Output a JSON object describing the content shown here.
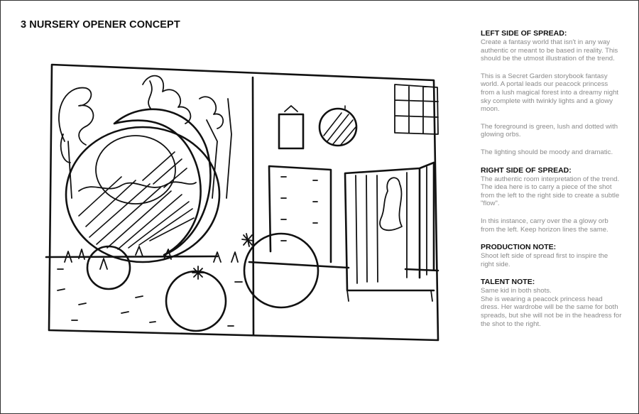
{
  "page": {
    "title": "3 NURSERY OPENER CONCEPT"
  },
  "notes": {
    "left_heading": "LEFT SIDE OF SPREAD:",
    "left_p1": "Create a fantasy world that isn't in any way authentic or meant to be based in reality. This should be the utmost illustration of the trend.",
    "left_p2": "This is a Secret Garden storybook fantasy world. A portal leads our peacock princess from a lush magical forest into a dreamy night sky complete with twinkly lights and a glowy moon.",
    "left_p3": "The foreground is green, lush and dotted with glowing orbs.",
    "left_p4": "The lighting should be moody and dramatic.",
    "right_heading": "RIGHT SIDE OF SPREAD:",
    "right_p1": "The authentic room interpretation of the trend. The idea here is to carry a piece of the shot from the left to the right side to create a subtle \"flow\".",
    "right_p2": "In this instance, carry over the a glowy orb from the left. Keep horizon lines the same.",
    "production_heading": "PRODUCTION NOTE:",
    "production_p1": "Shoot left side of spread first to inspire the right side.",
    "talent_heading": "TALENT NOTE:",
    "talent_p1": "Same kid in both shots.",
    "talent_p2": "She is wearing a peacock princess head dress. Her wardrobe will be the same for both spreads, but she will not be in the headress for the shot to the right."
  }
}
